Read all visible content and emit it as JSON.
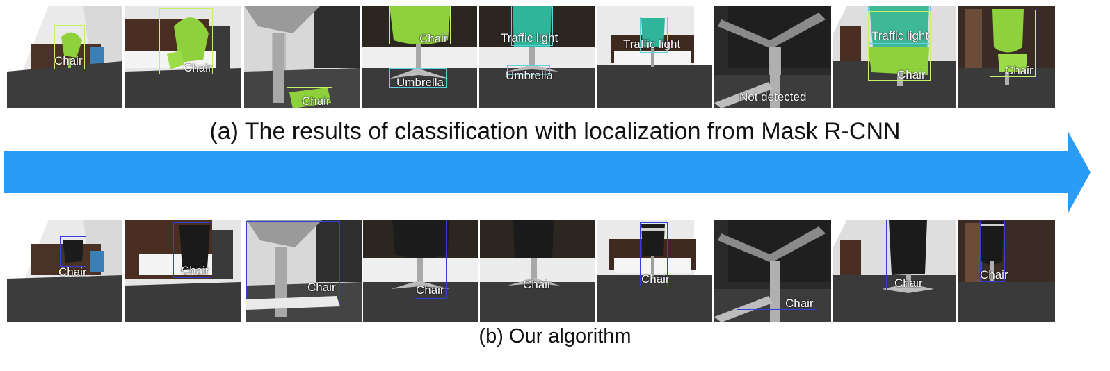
{
  "captions": {
    "top": "(a) The results of classification with localization from Mask R-CNN",
    "bottom": "(b) Our algorithm"
  },
  "colors": {
    "arrow": "#2b9cf5",
    "mask_green": "#8ed13d",
    "mask_teal": "#2fb59a",
    "box_yellowgreen": "#c7f069",
    "box_cyan": "#5fd0e0",
    "box_blue": "#3040d8"
  },
  "top_row": [
    {
      "label": "Chair",
      "box_color": "#c7f069"
    },
    {
      "label": "Chair",
      "box_color": "#c7f069"
    },
    {
      "label": "Chair",
      "box_color": "#c7f069"
    },
    {
      "label": "Chair",
      "box_color": "#c7f069",
      "label2": "Umbrella",
      "box2_color": "#5fd0e0"
    },
    {
      "label": "Traffic light",
      "box_color": "#5fd0e0",
      "label2": "Umbrella",
      "box2_color": "#5fd0e0"
    },
    {
      "label": "Traffic light",
      "box_color": "#5fd0e0"
    },
    {
      "label": "Not detected"
    },
    {
      "label": "Traffic light",
      "box_color": "#5fd0e0",
      "label2": "Chair",
      "box2_color": "#c7f069"
    },
    {
      "label": "Chair",
      "box_color": "#c7f069"
    }
  ],
  "bottom_row": [
    {
      "label": "Chair"
    },
    {
      "label": "Chair"
    },
    {
      "label": "Chair"
    },
    {
      "label": "Chair"
    },
    {
      "label": "Chair"
    },
    {
      "label": "Chair"
    },
    {
      "label": "Chair"
    },
    {
      "label": "Chair"
    },
    {
      "label": "Chair"
    }
  ]
}
